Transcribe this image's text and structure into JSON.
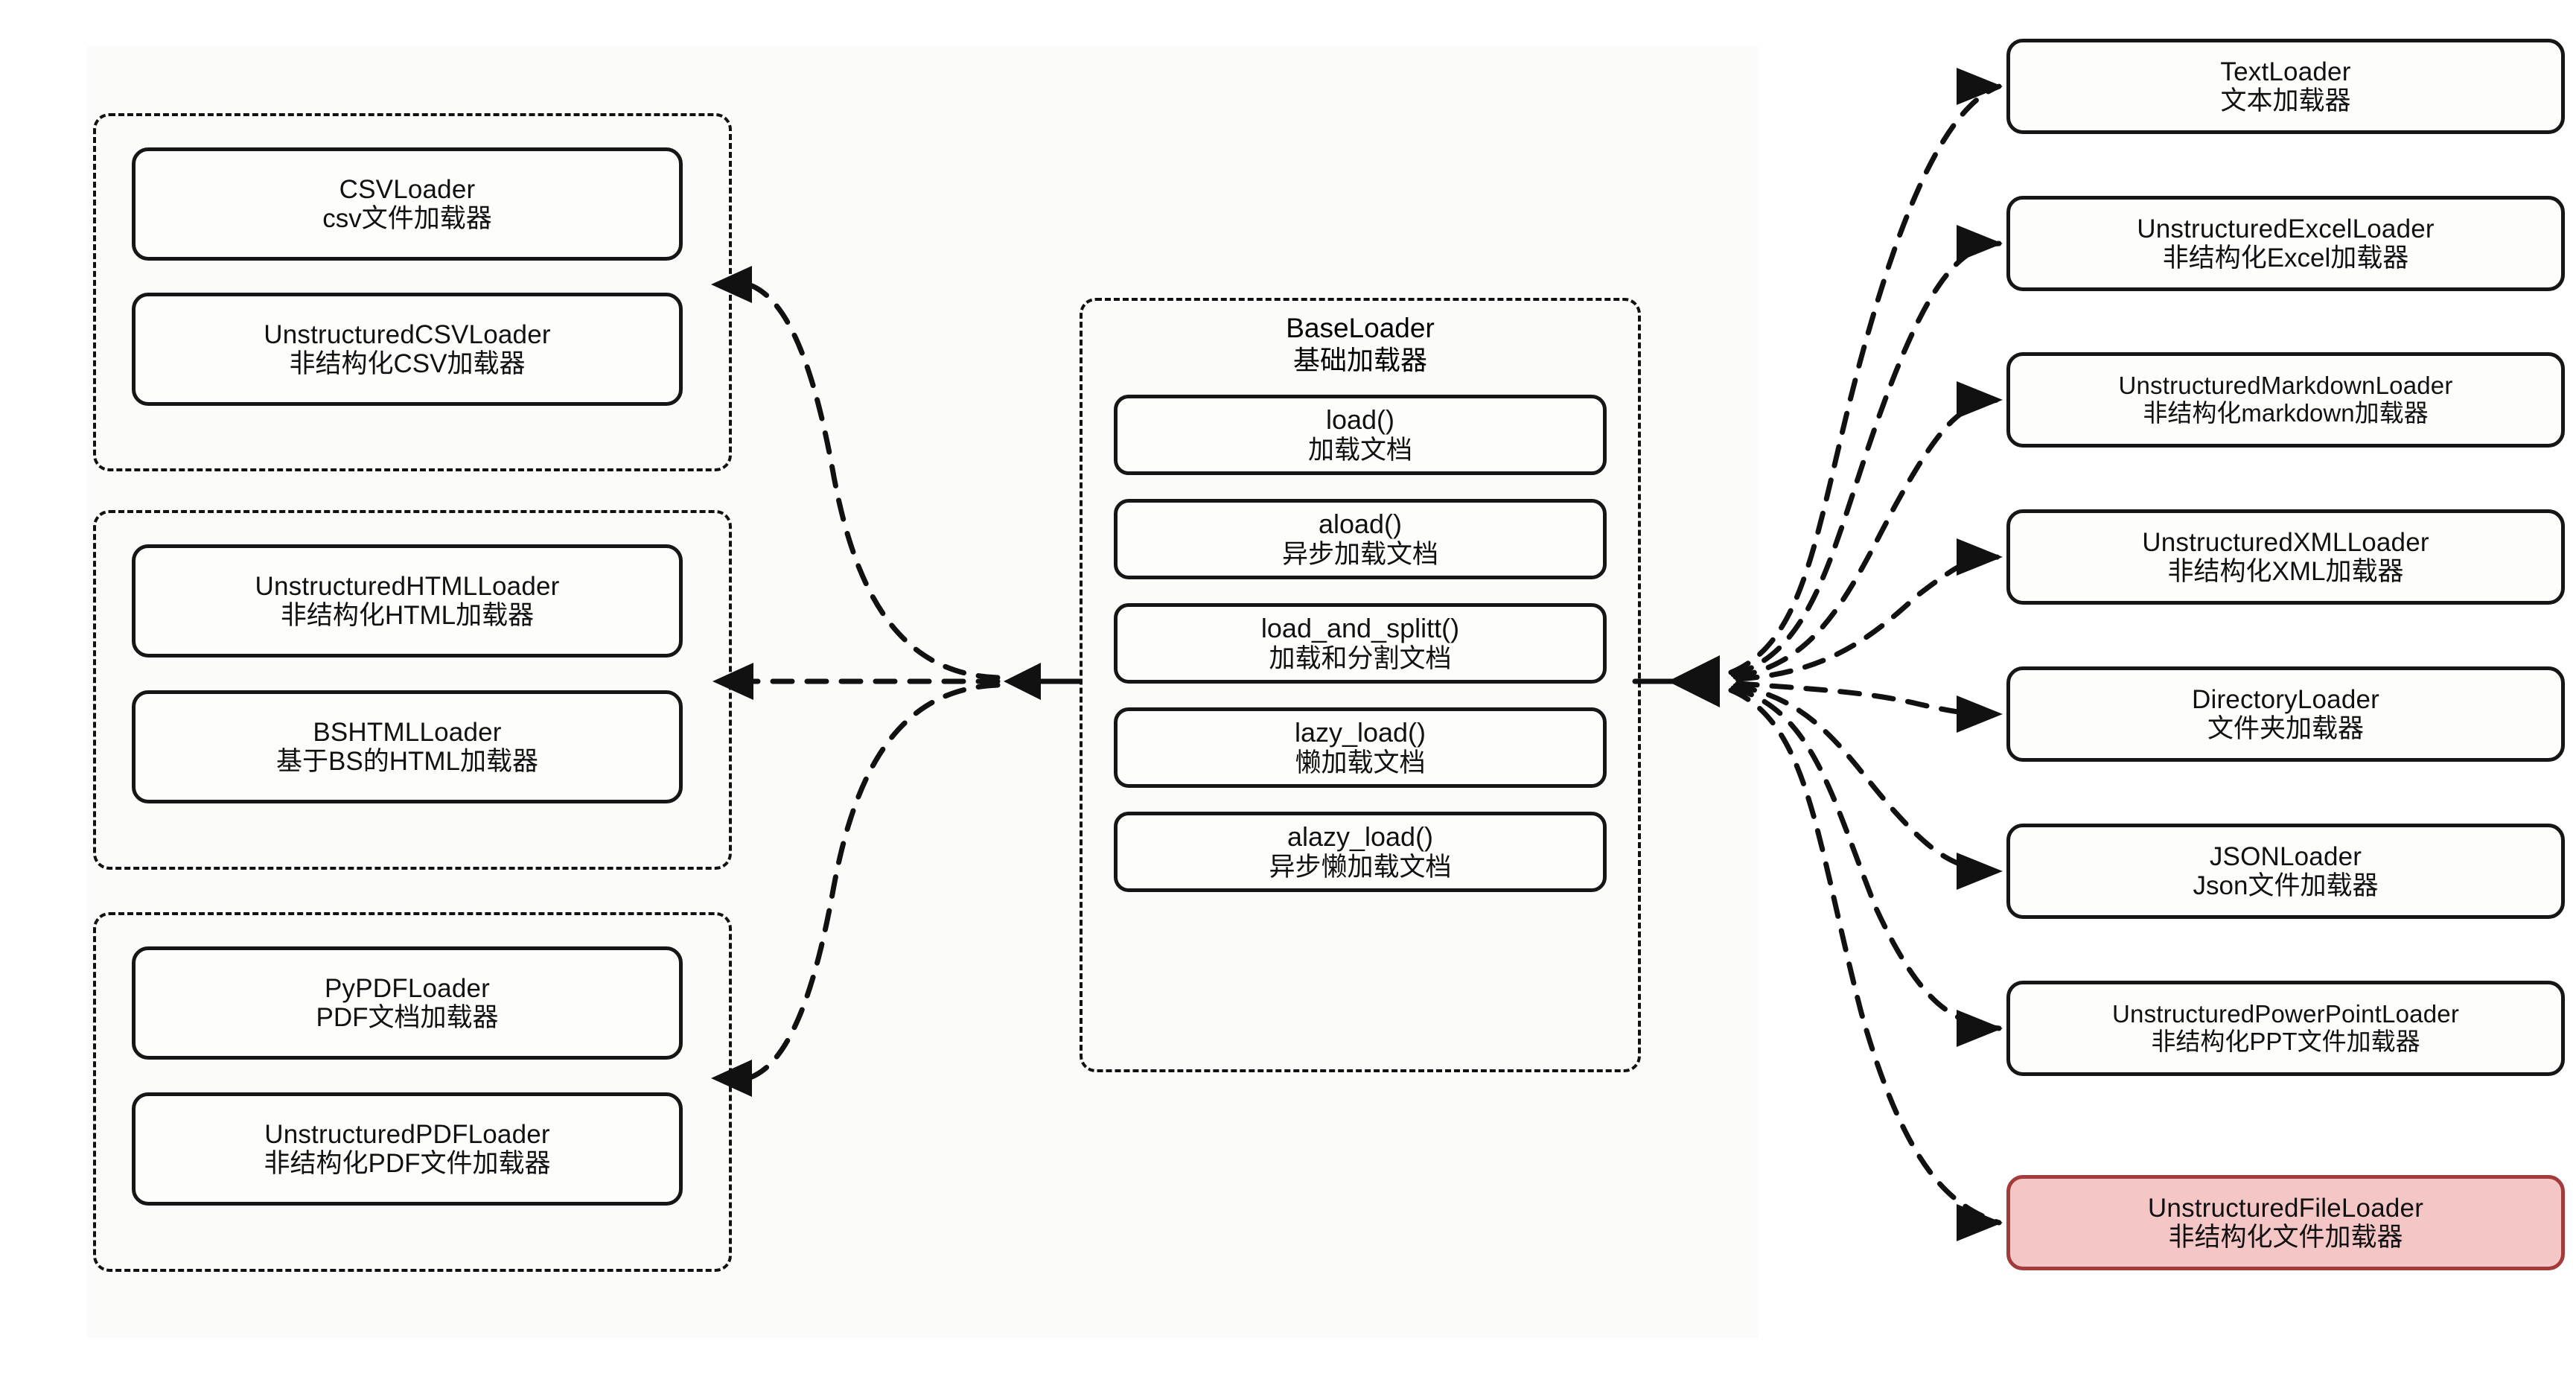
{
  "diagram": {
    "title_node": {
      "en": "BaseLoader",
      "zh": "基础加载器",
      "methods": [
        {
          "en": "load()",
          "zh": "加载文档"
        },
        {
          "en": "aload()",
          "zh": "异步加载文档"
        },
        {
          "en": "load_and_splitt()",
          "zh": "加载和分割文档"
        },
        {
          "en": "lazy_load()",
          "zh": "懒加载文档"
        },
        {
          "en": "alazy_load()",
          "zh": "异步懒加载文档"
        }
      ]
    },
    "left_groups": [
      {
        "name": "csv-group",
        "items": [
          {
            "en": "CSVLoader",
            "zh": "csv文件加载器"
          },
          {
            "en": "UnstructuredCSVLoader",
            "zh": "非结构化CSV加载器"
          }
        ]
      },
      {
        "name": "html-group",
        "items": [
          {
            "en": "UnstructuredHTMLLoader",
            "zh": "非结构化HTML加载器"
          },
          {
            "en": "BSHTMLLoader",
            "zh": "基于BS的HTML加载器"
          }
        ]
      },
      {
        "name": "pdf-group",
        "items": [
          {
            "en": "PyPDFLoader",
            "zh": "PDF文档加载器"
          },
          {
            "en": "UnstructuredPDFLoader",
            "zh": "非结构化PDF文件加载器"
          }
        ]
      }
    ],
    "right_items": [
      {
        "en": "TextLoader",
        "zh": "文本加载器",
        "highlight": false
      },
      {
        "en": "UnstructuredExcelLoader",
        "zh": "非结构化Excel加载器",
        "highlight": false
      },
      {
        "en": "UnstructuredMarkdownLoader",
        "zh": "非结构化markdown加载器",
        "highlight": false
      },
      {
        "en": "UnstructuredXMLLoader",
        "zh": "非结构化XML加载器",
        "highlight": false
      },
      {
        "en": "DirectoryLoader",
        "zh": "文件夹加载器",
        "highlight": false
      },
      {
        "en": "JSONLoader",
        "zh": "Json文件加载器",
        "highlight": false
      },
      {
        "en": "UnstructuredPowerPointLoader",
        "zh": "非结构化PPT文件加载器",
        "highlight": false
      },
      {
        "en": "UnstructuredFileLoader",
        "zh": "非结构化文件加载器",
        "highlight": true
      }
    ],
    "colors": {
      "highlight_fill": "#f4c6c6",
      "highlight_border": "#a23b3b",
      "node_border": "#161616",
      "canvas": "#fbfbf9"
    }
  }
}
